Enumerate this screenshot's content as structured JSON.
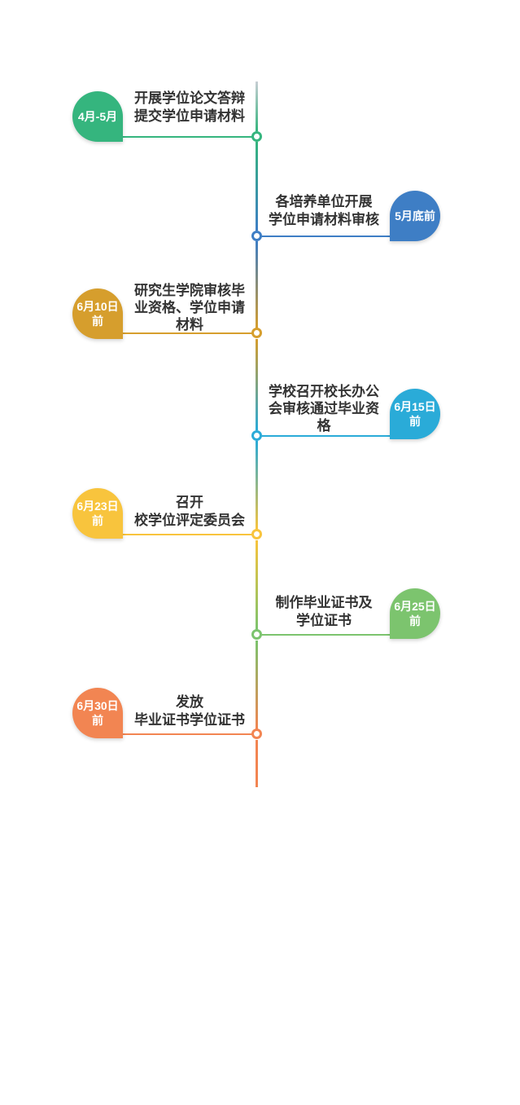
{
  "colors": {
    "item1": "#35b57e",
    "item2": "#3e7ec5",
    "item3": "#d69e2d",
    "item4": "#2aabd8",
    "item5": "#f8c43d",
    "item6": "#7cc46e",
    "item7": "#f28552",
    "spine_top": "#c8ced4",
    "text": "#333333"
  },
  "timeline": {
    "items": [
      {
        "side": "left",
        "badge_lines": [
          "4月-5月"
        ],
        "text_lines": [
          "开展学位论文答辩",
          "提交学位申请材料"
        ]
      },
      {
        "side": "right",
        "badge_lines": [
          "5月底前"
        ],
        "text_lines": [
          "各培养单位开展",
          "学位申请材料审核"
        ]
      },
      {
        "side": "left",
        "badge_lines": [
          "6月10日",
          "前"
        ],
        "text_lines": [
          "研究生学院审核毕",
          "业资格、学位申请",
          "材料"
        ]
      },
      {
        "side": "right",
        "badge_lines": [
          "6月15日",
          "前"
        ],
        "text_lines": [
          "学校召开校长办公",
          "会审核通过毕业资",
          "格"
        ]
      },
      {
        "side": "left",
        "badge_lines": [
          "6月23日",
          "前"
        ],
        "text_lines": [
          "召开",
          "校学位评定委员会"
        ]
      },
      {
        "side": "right",
        "badge_lines": [
          "6月25日",
          "前"
        ],
        "text_lines": [
          "制作毕业证书及",
          "学位证书"
        ]
      },
      {
        "side": "left",
        "badge_lines": [
          "6月30日",
          "前"
        ],
        "text_lines": [
          "发放",
          "毕业证书学位证书"
        ]
      }
    ]
  }
}
